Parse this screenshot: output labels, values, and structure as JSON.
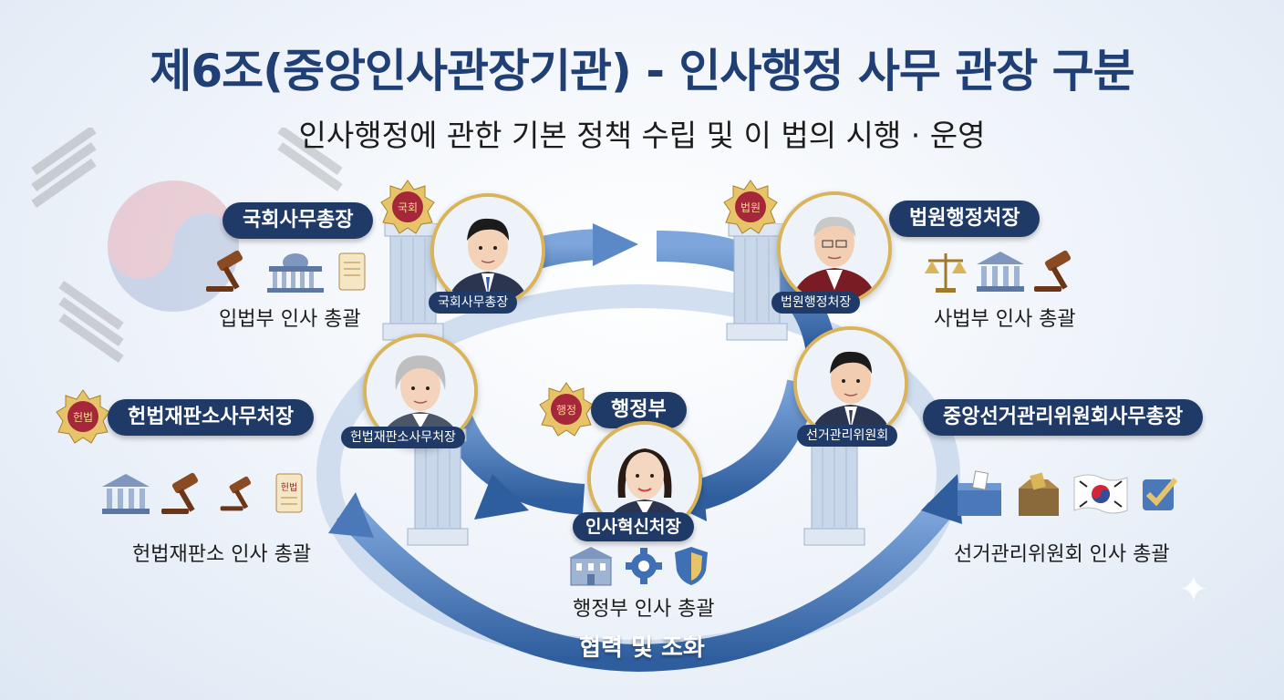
{
  "title": "제6조(중앙인사관장기관) - 인사행정 사무 관장 구분",
  "subtitle": "인사행정에 관한 기본 정책 수립 및 이 법의 시행 · 운영",
  "nodes": {
    "national_assembly": {
      "label": "국회사무총장",
      "caption": "국회사무총장",
      "seal": "국회",
      "desc": "입법부 인사 총괄"
    },
    "court": {
      "label": "법원행정처장",
      "caption": "법원행정처장",
      "seal": "법원",
      "desc": "사법부 인사 총괄"
    },
    "constitutional_court": {
      "label": "헌법재판소사무처장",
      "caption": "헌법재판소사무처장",
      "seal": "헌법",
      "desc": "헌법재판소 인사 총괄",
      "doc_text": "헌법"
    },
    "election": {
      "label": "중앙선거관리위원회사무총장",
      "caption": "선거관리위원회",
      "desc": "선거관리위원회 인사 총괄"
    },
    "executive": {
      "label": "행정부",
      "caption": "인사혁신처장",
      "seal": "행정",
      "desc": "행정부 인사 총괄"
    }
  },
  "cycle_label": "협력 및 조화",
  "colors": {
    "navy": "#1f3a66",
    "gold": "#d9b45a",
    "arrow": "#4a78b8",
    "title": "#1f3f75"
  },
  "icons": {
    "national_assembly": [
      "gavel-icon",
      "assembly-building-icon",
      "scroll-icon"
    ],
    "court": [
      "scales-icon",
      "courthouse-icon",
      "gavel-icon"
    ],
    "constitutional_court": [
      "courthouse-icon",
      "gavel-icon",
      "gavel-icon",
      "document-icon"
    ],
    "election": [
      "ballot-box-icon",
      "vote-box-icon",
      "korea-flag-icon",
      "checkbox-icon"
    ],
    "executive": [
      "government-building-icon",
      "gear-icon",
      "shield-icon"
    ]
  }
}
